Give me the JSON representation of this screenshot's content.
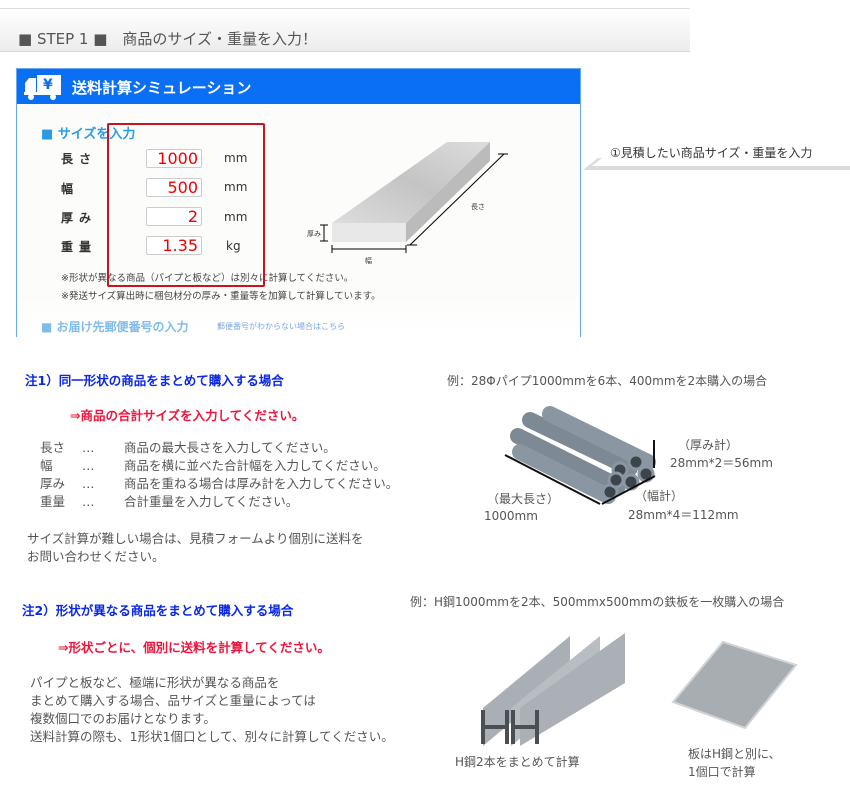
{
  "step": {
    "title": "■ STEP 1 ■　商品のサイズ・重量を入力！"
  },
  "panel": {
    "title": "送料計算シミュレーション",
    "section_size": "■ サイズを入力",
    "fields": [
      {
        "label": "長さ",
        "value": "1000",
        "unit": "mm"
      },
      {
        "label": "幅",
        "value": "500",
        "unit": "mm"
      },
      {
        "label": "厚み",
        "value": "2",
        "unit": "mm"
      },
      {
        "label": "重量",
        "value": "1.35",
        "unit": "kg"
      }
    ],
    "notes": [
      "※形状が異なる商品（パイプと板など）は別々に計算してください。",
      "※発送サイズ算出時に梱包材分の厚み・重量等を加算して計算しています。"
    ],
    "section_zip": "■ お届け先郵便番号の入力",
    "zip_link": "郵便番号がわからない場合はこちら",
    "diagram": {
      "length": "長さ",
      "width": "幅",
      "thickness": "厚み"
    }
  },
  "callout": "①見積したい商品サイズ・重量を入力",
  "note1": {
    "heading": "注1）同一形状の商品をまとめて購入する場合",
    "instruction": "⇒商品の合計サイズを入力してください。",
    "items": [
      {
        "term": "長さ",
        "sep": "…",
        "desc": "商品の最大長さを入力してください。"
      },
      {
        "term": "幅",
        "sep": "…",
        "desc": "商品を横に並べた合計幅を入力してください。"
      },
      {
        "term": "厚み",
        "sep": "…",
        "desc": "商品を重ねる場合は厚み計を入力してください。"
      },
      {
        "term": "重量",
        "sep": "…",
        "desc": "合計重量を入力してください。"
      }
    ],
    "para": [
      "サイズ計算が難しい場合は、見積フォームより個別に送料を",
      "お問い合わせください。"
    ],
    "example": {
      "title": "例：28Φパイプ1000mmを6本、400mmを2本購入の場合",
      "thick_label": "（厚み計）",
      "thick_value": "28mm*2＝56mm",
      "width_label": "（幅計）",
      "width_value": "28mm*4＝112mm",
      "length_label": "（最大長さ）",
      "length_value": "1000mm"
    }
  },
  "note2": {
    "heading": "注2）形状が異なる商品をまとめて購入する場合",
    "instruction": "⇒形状ごとに、個別に送料を計算してください。",
    "para": [
      "パイプと板など、極端に形状が異なる商品を",
      "まとめて購入する場合、品サイズと重量によっては",
      "複数個口でのお届けとなります。",
      "送料計算の際も、1形状1個口として、別々に計算してください。"
    ],
    "example": {
      "title": "例：H鋼1000mmを2本、500mmx500mmの鉄板を一枚購入の場合",
      "caption_beam": "H鋼2本をまとめて計算",
      "caption_plate": [
        "板はH鋼と別に、",
        "1個口で計算"
      ]
    }
  },
  "colors": {
    "panel_header": "#0a6ff5",
    "note_heading": "#0a28e6",
    "instruction": "#f0143c",
    "highlight_box": "#c8141e"
  }
}
